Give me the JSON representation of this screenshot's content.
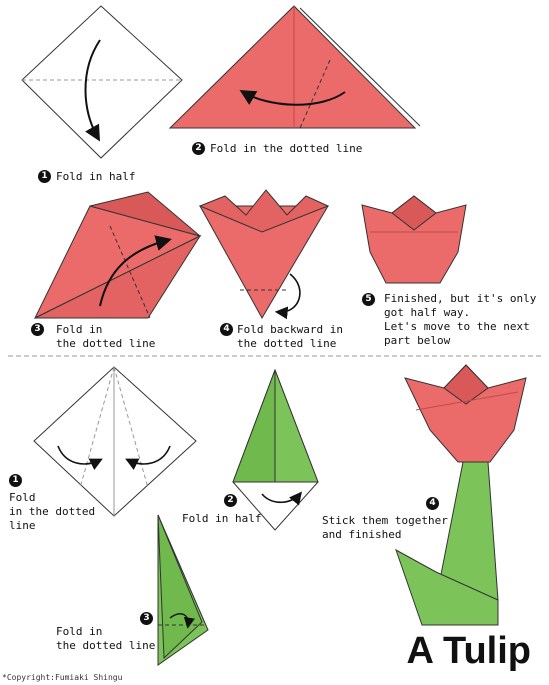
{
  "title": "A Tulip",
  "copyright": "*Copyright:Fumiaki Shingu",
  "colors": {
    "flower": "#eb6b6b",
    "flower_dark": "#d95858",
    "stem": "#7cc35a",
    "stem_dark": "#5ea33e",
    "outline": "#333333"
  },
  "flower_steps": [
    {
      "number": "1",
      "text": "Fold in half"
    },
    {
      "number": "2",
      "text": "Fold in the dotted line"
    },
    {
      "number": "3",
      "text": "Fold in\nthe dotted line"
    },
    {
      "number": "4",
      "text": "Fold backward in\nthe dotted line"
    },
    {
      "number": "5",
      "text": "Finished, but it's only\ngot half way.\nLet's move to the next\npart below"
    }
  ],
  "stem_steps": [
    {
      "number": "1",
      "text": "Fold\nin the dotted\nline"
    },
    {
      "number": "2",
      "text": "Fold in half"
    },
    {
      "number": "3",
      "text": "Fold in\nthe dotted line"
    },
    {
      "number": "4",
      "text": "Stick them together\nand finished"
    }
  ],
  "icons": [
    "curved-arrow-icon",
    "circled-number-icon"
  ]
}
